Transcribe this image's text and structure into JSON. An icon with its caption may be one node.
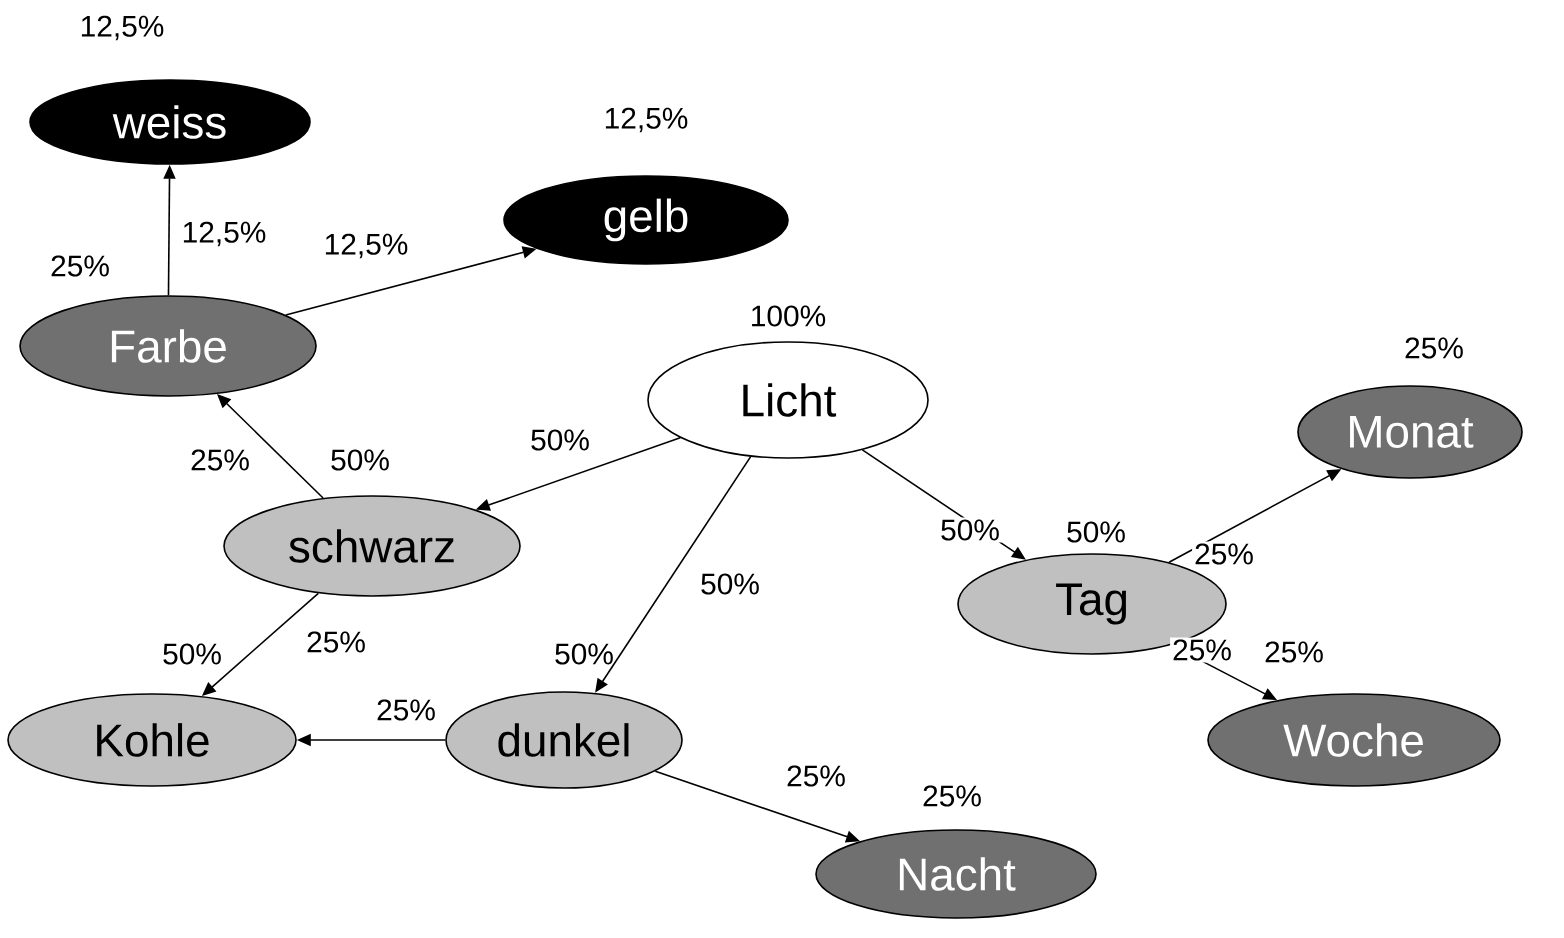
{
  "diagram": {
    "nodes": [
      {
        "text": [
          "weiss"
        ],
        "beside": [
          "12,5%"
        ]
      },
      {
        "text": [
          "gelb"
        ],
        "beside": [
          "12,5%"
        ]
      },
      {
        "text": [
          "Farbe"
        ],
        "beside": [
          "25%"
        ]
      },
      {
        "text": [
          "Licht"
        ],
        "beside": [
          "100%"
        ]
      },
      {
        "text": [
          "Monat"
        ],
        "beside": [
          "25%"
        ]
      },
      {
        "text": [
          "schwarz"
        ],
        "beside": [
          "50%"
        ]
      },
      {
        "text": [
          "Tag"
        ],
        "beside": [
          "50%"
        ]
      },
      {
        "text": [
          "Kohle"
        ],
        "beside": [
          "50%"
        ]
      },
      {
        "text": [
          "dunkel"
        ],
        "beside": [
          "50%"
        ]
      },
      {
        "text": [
          "Woche"
        ],
        "beside": [
          "25%"
        ]
      },
      {
        "text": [
          "Nacht"
        ],
        "beside": [
          "25%"
        ]
      }
    ],
    "edges": [
      {
        "from": 2,
        "to": 0,
        "arrow": "to",
        "label": "12,5%"
      },
      {
        "from": 2,
        "to": 1,
        "arrow": "to",
        "label": "12,5%"
      },
      {
        "from": 5,
        "to": 2,
        "arrow": "to",
        "label": "25%"
      },
      {
        "from": 3,
        "to": 5,
        "arrow": "to",
        "label": "50%"
      },
      {
        "from": 5,
        "to": 7,
        "arrow": "to",
        "label": "25%"
      },
      {
        "from": 3,
        "to": 8,
        "arrow": "to",
        "label": "50%"
      },
      {
        "from": 3,
        "to": 6,
        "arrow": "to",
        "label": "50%"
      },
      {
        "from": 6,
        "to": 4,
        "arrow": "to",
        "label": "25%"
      },
      {
        "from": 6,
        "to": 9,
        "arrow": "to",
        "label": "25%"
      },
      {
        "from": 8,
        "to": 7,
        "arrow": "to",
        "label": "25%"
      },
      {
        "from": 8,
        "to": 10,
        "arrow": "to",
        "label": "25%"
      }
    ]
  }
}
